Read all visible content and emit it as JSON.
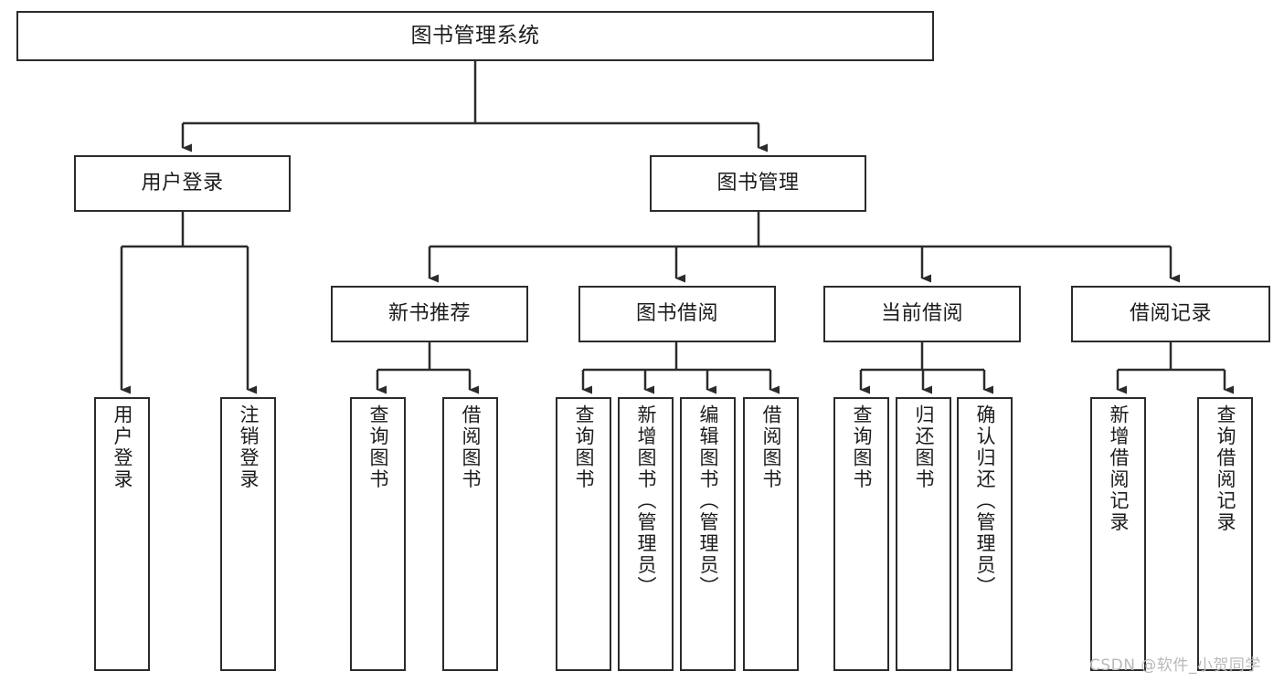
{
  "diagram": {
    "title": "图书管理系统",
    "type": "functional-structure-tree",
    "orientation": "top-down",
    "stroke_color": "#2b2b2b",
    "fill_color": "#ffffff",
    "text_color": "#1c1c1c"
  },
  "nodes": {
    "root": {
      "label": "图书管理系统",
      "level": 1
    },
    "level2": [
      {
        "id": "user-login",
        "label": "用户登录"
      },
      {
        "id": "book-management",
        "label": "图书管理"
      }
    ],
    "level3": [
      {
        "id": "new-book-recommend",
        "label": "新书推荐"
      },
      {
        "id": "book-borrow",
        "label": "图书借阅"
      },
      {
        "id": "current-borrow",
        "label": "当前借阅"
      },
      {
        "id": "borrow-record",
        "label": "借阅记录"
      }
    ],
    "leaves": {
      "user_login": [
        {
          "id": "leaf-user-login",
          "label": "用户登录"
        },
        {
          "id": "leaf-logout-login",
          "label": "注销登录"
        }
      ],
      "new_book_recommend": [
        {
          "id": "leaf-query-book-1",
          "label": "查询图书"
        },
        {
          "id": "leaf-borrow-book-1",
          "label": "借阅图书"
        }
      ],
      "book_borrow": [
        {
          "id": "leaf-query-book-2",
          "label": "查询图书"
        },
        {
          "id": "leaf-add-book",
          "label": "新增图书（管理员）"
        },
        {
          "id": "leaf-edit-book",
          "label": "编辑图书（管理员）"
        },
        {
          "id": "leaf-borrow-book-2",
          "label": "借阅图书"
        }
      ],
      "current_borrow": [
        {
          "id": "leaf-query-book-3",
          "label": "查询图书"
        },
        {
          "id": "leaf-return-book",
          "label": "归还图书"
        },
        {
          "id": "leaf-confirm-return",
          "label": "确认归还（管理员）"
        }
      ],
      "borrow_record": [
        {
          "id": "leaf-add-record",
          "label": "新增借阅记录"
        },
        {
          "id": "leaf-query-record",
          "label": "查询借阅记录"
        }
      ]
    }
  },
  "watermark": {
    "text": "CSDN @软件_小贺同学"
  }
}
